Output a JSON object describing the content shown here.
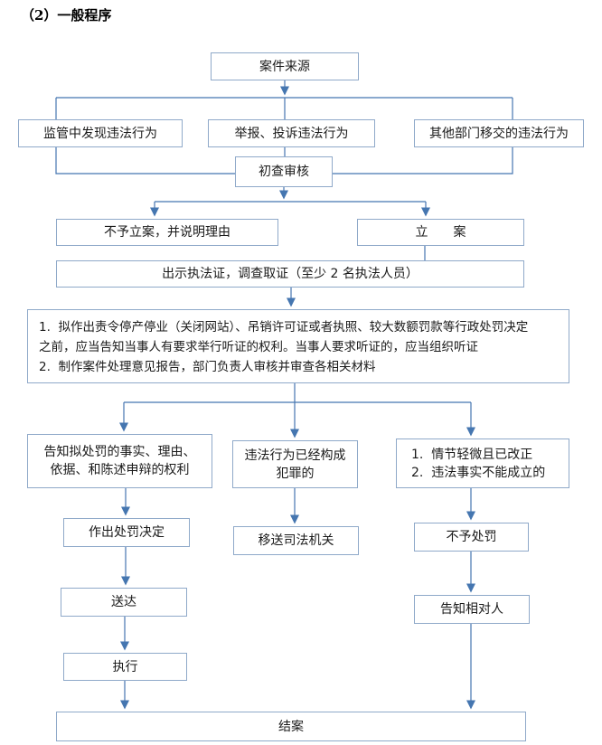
{
  "title": "（2）一般程序",
  "flowchart": {
    "nodes": {
      "case_source": "案件来源",
      "found_in_supervision": "监管中发现违法行为",
      "report_complaint": "举报、投诉违法行为",
      "other_department_transfer": "其他部门移交的违法行为",
      "initial_review": "初查审核",
      "no_case_filing": "不予立案，并说明理由",
      "case_filing": "立　　案",
      "show_enforcement_card": "出示执法证，调查取证（至少 2 名执法人员）",
      "hearing_notice": "1.  拟作出责令停产停业（关闭网站）、吊销许可证或者执照、较大数额罚款等行政处罚决定\n之前，应当告知当事人有要求举行听证的权利。当事人要求听证的，应当组织听证\n2.  制作案件处理意见报告，部门负责人审核并审查各相关材料",
      "inform_rights": "告知拟处罚的事实、理由、\n依据、和陈述申辩的权利",
      "constitutes_crime": "违法行为已经构成\n犯罪的",
      "minor_or_unfounded": "1.  情节轻微且已改正\n2.  违法事实不能成立的",
      "punishment_decision": "作出处罚决定",
      "transfer_judicial": "移送司法机关",
      "no_punishment": "不予处罚",
      "serve_delivery": "送达",
      "inform_party": "告知相对人",
      "execution": "执行",
      "case_closed": "结案"
    },
    "colors": {
      "box_border": "#8fa9c9",
      "connector_line": "#4576b0",
      "text": "#1a1a1a"
    }
  }
}
